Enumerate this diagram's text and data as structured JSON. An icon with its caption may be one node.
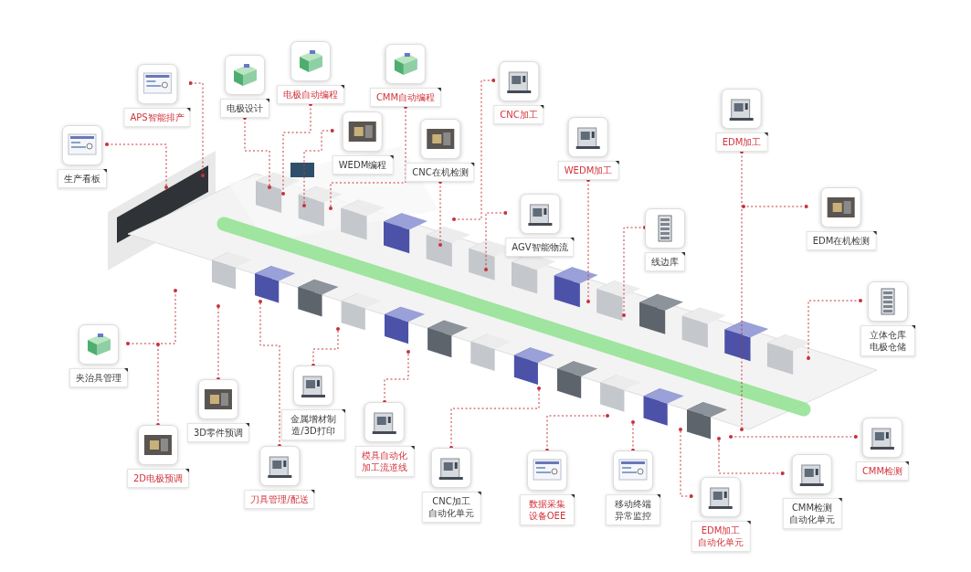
{
  "diagram": {
    "nodes": [
      {
        "text": [
          "生产看板"
        ]
      },
      {
        "text": [
          "APS智能排产"
        ]
      },
      {
        "text": [
          "电极设计"
        ]
      },
      {
        "text": [
          "电极自动编程"
        ]
      },
      {
        "text": [
          "CMM自动编程"
        ]
      },
      {
        "text": [
          "WEDM编程"
        ]
      },
      {
        "text": [
          "CNC在机检测"
        ]
      },
      {
        "text": [
          "CNC加工"
        ]
      },
      {
        "text": [
          "WEDM加工"
        ]
      },
      {
        "text": [
          "AGV智能物流"
        ]
      },
      {
        "text": [
          "线边库"
        ]
      },
      {
        "text": [
          "EDM加工"
        ]
      },
      {
        "text": [
          "EDM在机检测"
        ]
      },
      {
        "text": [
          "立体仓库电极仓储"
        ]
      },
      {
        "text": [
          "夹治具管理"
        ]
      },
      {
        "text": [
          "2D电极预调"
        ]
      },
      {
        "text": [
          "3D零件预调"
        ]
      },
      {
        "text": [
          "金属增材制造/3D打印"
        ]
      },
      {
        "text": [
          "刀具管理/配送"
        ]
      },
      {
        "text": [
          "模具自动化加工流道线"
        ]
      },
      {
        "text": [
          "CNC加工自动化单元"
        ]
      },
      {
        "text": [
          "数据采集设备OEE"
        ]
      },
      {
        "text": [
          "移动终端异常监控"
        ]
      },
      {
        "text": [
          "EDM加工自动化单元"
        ]
      },
      {
        "text": [
          "CMM检测自动化单元"
        ]
      },
      {
        "text": [
          "CMM检测"
        ]
      }
    ],
    "edges": [
      {
        "from": 0,
        "to": null,
        "arrow": "other",
        "style": "dashed"
      },
      {
        "from": 1,
        "to": null,
        "arrow": "other",
        "style": "dashed"
      },
      {
        "from": 2,
        "to": null,
        "arrow": "other",
        "style": "dashed"
      },
      {
        "from": 3,
        "to": null,
        "arrow": "other",
        "style": "dashed"
      },
      {
        "from": 4,
        "to": null,
        "arrow": "other",
        "style": "dashed"
      },
      {
        "from": 5,
        "to": null,
        "arrow": "other",
        "style": "dashed"
      },
      {
        "from": 6,
        "to": null,
        "arrow": "other",
        "style": "dashed"
      },
      {
        "from": 7,
        "to": null,
        "arrow": "other",
        "style": "dashed"
      },
      {
        "from": 8,
        "to": null,
        "arrow": "other",
        "style": "dashed"
      },
      {
        "from": 9,
        "to": null,
        "arrow": "other",
        "style": "dashed"
      },
      {
        "from": 10,
        "to": null,
        "arrow": "other",
        "style": "dashed"
      },
      {
        "from": 11,
        "to": null,
        "arrow": "other",
        "style": "dashed"
      },
      {
        "from": 12,
        "to": null,
        "arrow": "other",
        "style": "dashed"
      },
      {
        "from": 13,
        "to": null,
        "arrow": "other",
        "style": "dashed"
      },
      {
        "from": 14,
        "to": null,
        "arrow": "other",
        "style": "dashed"
      },
      {
        "from": 15,
        "to": null,
        "arrow": "other",
        "style": "dashed"
      },
      {
        "from": 16,
        "to": null,
        "arrow": "other",
        "style": "dashed"
      },
      {
        "from": 17,
        "to": null,
        "arrow": "other",
        "style": "dashed"
      },
      {
        "from": 18,
        "to": null,
        "arrow": "other",
        "style": "dashed"
      },
      {
        "from": 19,
        "to": null,
        "arrow": "other",
        "style": "dashed"
      },
      {
        "from": 20,
        "to": null,
        "arrow": "other",
        "style": "dashed"
      },
      {
        "from": 21,
        "to": null,
        "arrow": "other",
        "style": "dashed"
      },
      {
        "from": 22,
        "to": null,
        "arrow": "other",
        "style": "dashed"
      },
      {
        "from": 23,
        "to": null,
        "arrow": "other",
        "style": "dashed"
      },
      {
        "from": 24,
        "to": null,
        "arrow": "other",
        "style": "dashed"
      },
      {
        "from": 25,
        "to": null,
        "arrow": "other",
        "style": "dashed"
      }
    ]
  }
}
